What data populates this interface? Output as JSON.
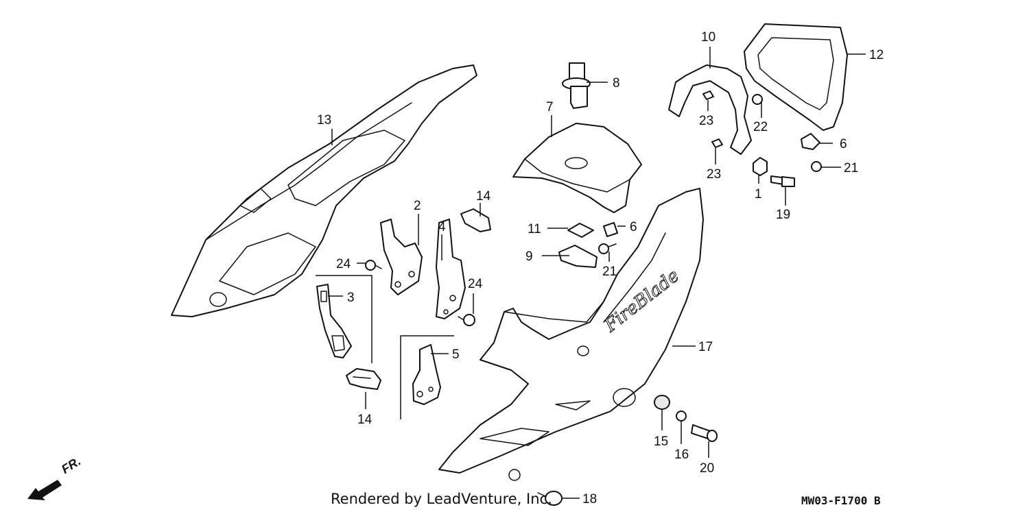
{
  "diagram": {
    "credit": "Rendered by LeadVenture, Inc.",
    "diagram_code": "MW03-F1700 B",
    "front_indicator": "FR.",
    "callouts": {
      "c1": "1",
      "c2": "2",
      "c3": "3",
      "c4": "4",
      "c5": "5",
      "c6a": "6",
      "c6b": "6",
      "c7": "7",
      "c8": "8",
      "c9": "9",
      "c10": "10",
      "c11": "11",
      "c12": "12",
      "c13": "13",
      "c14a": "14",
      "c14b": "14",
      "c15": "15",
      "c16": "16",
      "c17": "17",
      "c18": "18",
      "c19": "19",
      "c20": "20",
      "c21a": "21",
      "c21b": "21",
      "c22": "22",
      "c23a": "23",
      "c23b": "23",
      "c24a": "24",
      "c24b": "24"
    },
    "cowl_emblem": "FireBlade"
  }
}
